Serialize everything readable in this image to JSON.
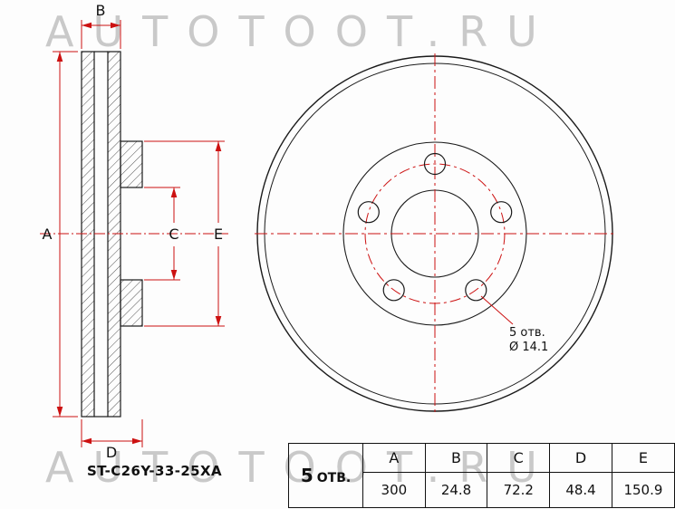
{
  "watermark": {
    "text": "AUTOTOOT.RU"
  },
  "drawing": {
    "dim_labels": {
      "A": "A",
      "B": "B",
      "C": "C",
      "D": "D",
      "E": "E"
    },
    "holes_note_line1": "5 отв.",
    "holes_note_line2": "Ø 14.1"
  },
  "footer": {
    "part_number": "ST-C26Y-33-25XA"
  },
  "table": {
    "count": "5",
    "count_suffix": "ОТВ.",
    "headers": [
      "A",
      "B",
      "C",
      "D",
      "E"
    ],
    "values": [
      "300",
      "24.8",
      "72.2",
      "48.4",
      "150.9"
    ]
  },
  "colors": {
    "dimension_red": "#cc1111",
    "line_black": "#1a1a1a",
    "watermark_gray": "#c9c9c9"
  }
}
